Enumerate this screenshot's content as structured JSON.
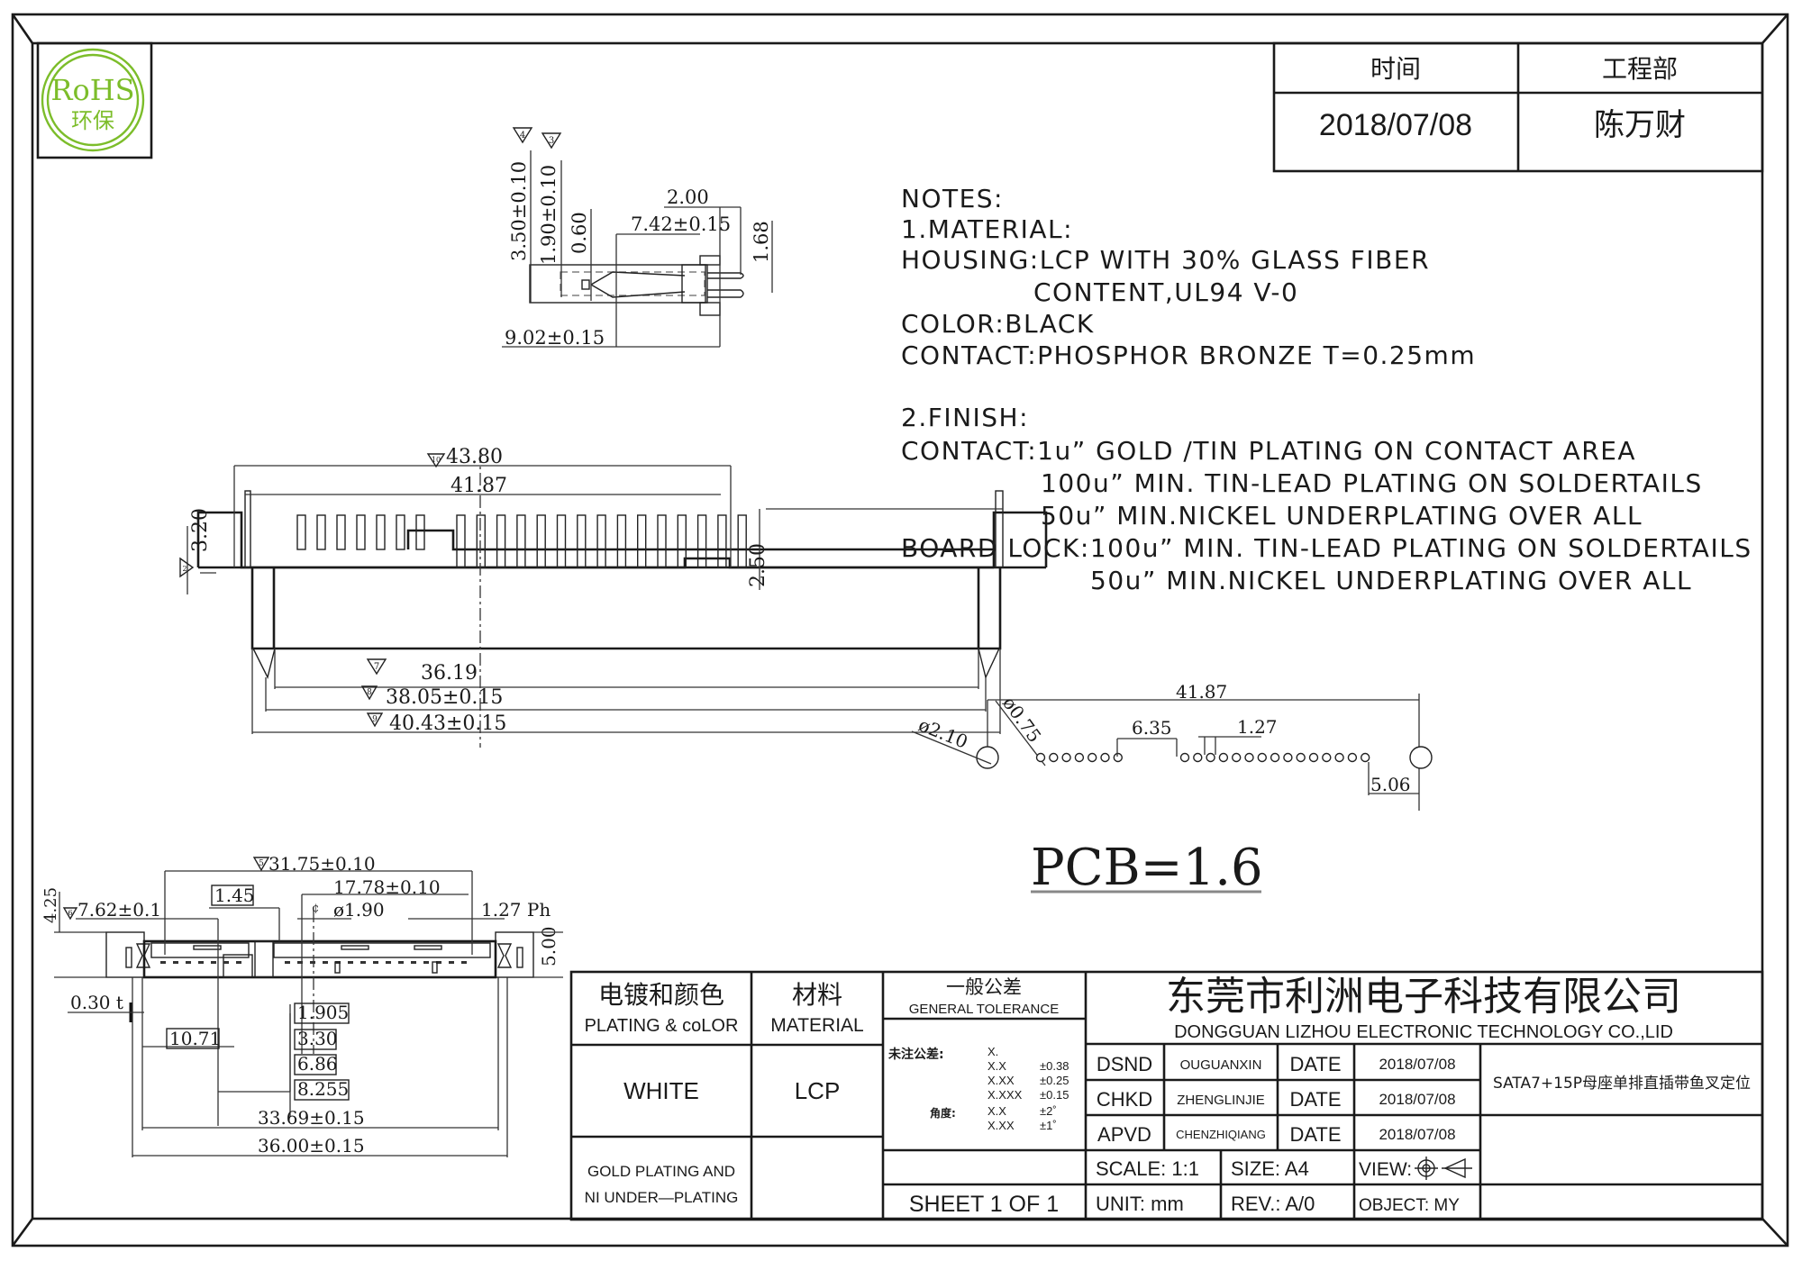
{
  "badge": {
    "line1": "RoHS",
    "line2": "环保",
    "color": "#7cbd2a"
  },
  "approval_table": {
    "headers": [
      "时间",
      "工程部"
    ],
    "values": [
      "2018/07/08",
      "陈万财"
    ]
  },
  "side_view": {
    "dims": {
      "d_350": "3.50±0.10",
      "d_190": "1.90±0.10",
      "d_060": "0.60",
      "d_200": "2.00",
      "d_742": "7.42±0.15",
      "d_168": "1.68",
      "d_902": "9.02±0.15"
    },
    "markers": {
      "m4": "4",
      "m3": "3"
    }
  },
  "front_view": {
    "dims": {
      "d_4380": "43.80",
      "d_4187": "41.87",
      "d_320": "3.20",
      "d_250": "2.50",
      "d_3619": "36.19",
      "d_3805": "38.05±0.15",
      "d_4043": "40.43±0.15"
    },
    "markers": {
      "m10": "10",
      "m2": "2",
      "m7": "7",
      "m8": "8",
      "m9": "9"
    }
  },
  "notes": {
    "lines": [
      "NOTES:",
      "1.MATERIAL:",
      "HOUSING:LCP  WITH  30%  GLASS  FIBER",
      "CONTENT,UL94  V-0",
      "COLOR:BLACK",
      "CONTACT:PHOSPHOR  BRONZE  T=0.25mm",
      "2.FINISH:",
      "CONTACT:1u”  GOLD  /TIN  PLATING  ON  CONTACT  AREA",
      "100u”  MIN.  TIN-LEAD  PLATING  ON  SOLDERTAILS",
      "50u”  MIN.NICKEL  UNDERPLATING  OVER  ALL",
      "BOARD  LOCK:100u”  MIN.  TIN-LEAD  PLATING  ON  SOLDERTAILS",
      "50u”  MIN.NICKEL  UNDERPLATING  OVER  ALL"
    ]
  },
  "pcb_layout": {
    "dims": {
      "d_4187": "41.87",
      "d_210": "ø2.10",
      "d_075": "ø0.75",
      "d_635": "6.35",
      "d_127": "1.27",
      "d_506": "5.06"
    },
    "group1_holes": 7,
    "group2_holes": 15,
    "pcb_label": "PCB=1.6"
  },
  "top_view": {
    "dims": {
      "d_3175": "31.75±0.10",
      "d_1778": "17.78±0.10",
      "d_145": "1.45",
      "d_425": "4.25",
      "d_762": "7.62±0.1",
      "d_190": "ø1.90",
      "d_127ph": "1.27  Ph",
      "d_500": "5.00",
      "d_030": "0.30  t",
      "d_1071": "10.71",
      "d_1905": "1.905",
      "d_330": "3.30",
      "d_686": "6.86",
      "d_8255": "8.255",
      "d_3369": "33.69±0.15",
      "d_3600": "36.00±0.15",
      "cl_mark": "¢"
    },
    "markers": {
      "m5": "5",
      "m6": "6"
    }
  },
  "title_block": {
    "plating_header_cn": "电镀和颜色",
    "plating_header_en": "PLATING & coLOR",
    "material_header_cn": "材料",
    "material_header_en": "MATERIAL",
    "plating_value": "WHITE",
    "material_value": "LCP",
    "plating_note_1": "GOLD PLATING AND",
    "plating_note_2": "NI UNDER—PLATING",
    "tolerance_header_cn": "一般公差",
    "tolerance_header_en": "GENERAL TOLERANCE",
    "tolerance_label": "未注公差:",
    "angle_label": "角度:",
    "tolerance_rows": [
      {
        "fmt": "X.",
        "val": ""
      },
      {
        "fmt": "X.X",
        "val": "±0.38"
      },
      {
        "fmt": "X.XX",
        "val": "±0.25"
      },
      {
        "fmt": "X.XXX",
        "val": "±0.15"
      },
      {
        "fmt": "X.X",
        "val": "±2˚"
      },
      {
        "fmt": "X.XX",
        "val": "±1˚"
      }
    ],
    "sheet": "SHEET 1 OF 1",
    "company_cn": "东莞市利洲电子科技有限公司",
    "company_en": "DONGGUAN LIZHOU ELECTRONIC TECHNOLOGY CO.,LID",
    "signoff": [
      {
        "role": "DSND",
        "name": "OUGUANXIN",
        "date_label": "DATE",
        "date": "2018/07/08"
      },
      {
        "role": "CHKD",
        "name": "ZHENGLINJIE",
        "date_label": "DATE",
        "date": "2018/07/08"
      },
      {
        "role": "APVD",
        "name": "CHENZHIQIANG",
        "date_label": "DATE",
        "date": "2018/07/08"
      }
    ],
    "part_name": "SATA7+15P母座单排直插带鱼叉定位",
    "scale": "SCALE:  1:1",
    "size": "SIZE:  A4",
    "view": "VIEW:",
    "unit": "UNIT:  mm",
    "rev": "REV.:  A/0",
    "object": "OBJECT:  MY"
  }
}
